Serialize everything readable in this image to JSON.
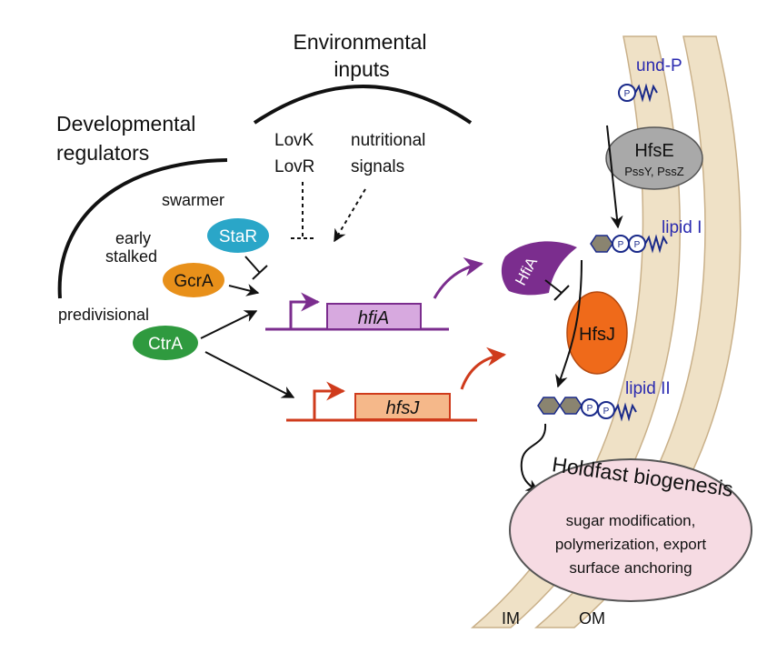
{
  "environmental_inputs": {
    "line1": "Environmental",
    "line2": "inputs"
  },
  "developmental_regulators": {
    "line1": "Developmental",
    "line2": "regulators"
  },
  "env_signals": {
    "lovk": "LovK",
    "lovr": "LovR",
    "nutritional": "nutritional",
    "signals": "signals"
  },
  "stages": {
    "swarmer": "swarmer",
    "early": "early",
    "stalked": "stalked",
    "predivisional": "predivisional"
  },
  "regulators": {
    "star": "StaR",
    "gcra": "GcrA",
    "ctra": "CtrA"
  },
  "genes": {
    "hfia": "hfiA",
    "hfsj": "hfsJ"
  },
  "proteins": {
    "hfia": "HfiA",
    "hfse": "HfsE",
    "hfse_sub": "PssY, PssZ",
    "hfsj": "HfsJ"
  },
  "lipids": {
    "und_p": "und-P",
    "lipid_i": "lipid I",
    "lipid_ii": "lipid II",
    "phosphate": "P"
  },
  "holdfast": {
    "title": "Holdfast biogenesis",
    "line1": "sugar modification,",
    "line2": "polymerization, export",
    "line3": "surface anchoring"
  },
  "membranes": {
    "im": "IM",
    "om": "OM"
  },
  "colors": {
    "purple": "#7b2d8e",
    "orange_red": "#cf3b1c",
    "star_fill": "#2aa6c8",
    "gcra_fill": "#e8901a",
    "ctra_fill": "#2f9a3f",
    "hfsj_fill": "#ef6a1a",
    "hfse_fill": "#a9a9a9",
    "membrane_fill": "#efe1c6",
    "membrane_stroke": "#c9b089",
    "holdfast_fill": "#f6dbe3",
    "lipid_blue": "#1a2a8a",
    "sugar_fill": "#8a8470"
  }
}
